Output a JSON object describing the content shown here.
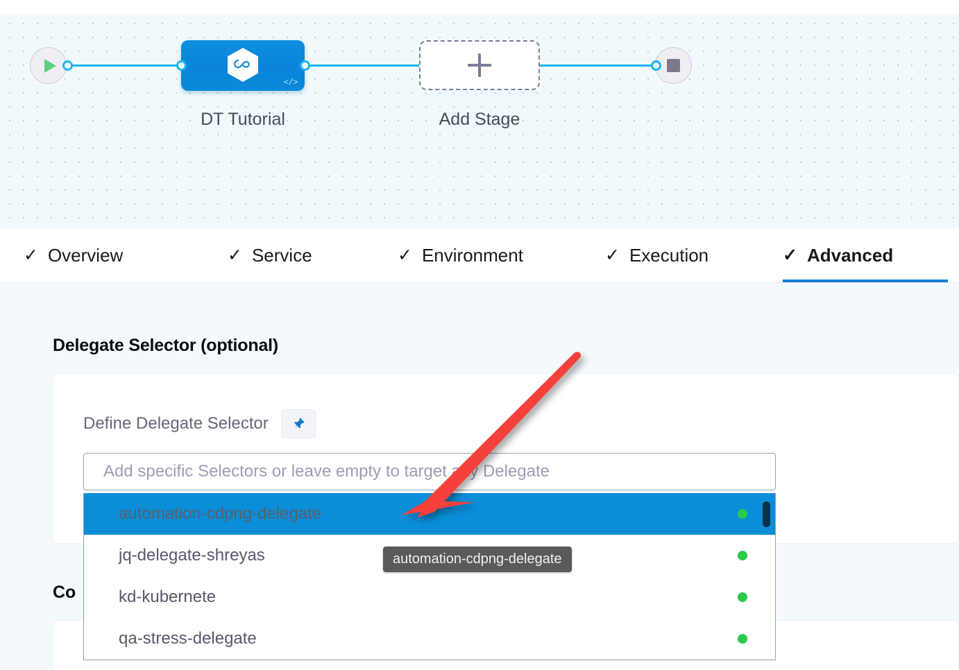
{
  "pipeline": {
    "start_node": {
      "icon": "play-icon"
    },
    "end_node": {
      "icon": "stop-icon"
    },
    "stage": {
      "label": "DT Tutorial",
      "icon": "harness-hexagon-icon",
      "badge_icon": "code-yaml-icon",
      "badge_text": "</>"
    },
    "add_stage": {
      "label": "Add Stage",
      "icon": "plus-icon"
    }
  },
  "tabs": [
    {
      "label": "Overview",
      "check": "✓",
      "active": false
    },
    {
      "label": "Service",
      "check": "✓",
      "active": false
    },
    {
      "label": "Environment",
      "check": "✓",
      "active": false
    },
    {
      "label": "Execution",
      "check": "✓",
      "active": false
    },
    {
      "label": "Advanced",
      "check": "✓",
      "active": true
    }
  ],
  "advanced": {
    "delegate_selector": {
      "section_title": "Delegate Selector (optional)",
      "field_label": "Define Delegate Selector",
      "pin_icon": "pin-icon",
      "input": {
        "value": "",
        "placeholder": "Add specific Selectors or leave empty to target any Delegate"
      },
      "options": [
        {
          "label": "automation-cdpng-delegate",
          "status": "connected",
          "selected": true
        },
        {
          "label": "jq-delegate-shreyas",
          "status": "connected",
          "selected": false
        },
        {
          "label": "kd-kubernete",
          "status": "connected",
          "selected": false
        },
        {
          "label": "qa-stress-delegate",
          "status": "connected",
          "selected": false
        }
      ],
      "tooltip": "automation-cdpng-delegate"
    },
    "next_section_title": "Co"
  },
  "annotation": {
    "arrow_color": "#f5413a",
    "points_to": "automation-cdpng-delegate"
  },
  "colors": {
    "accent_blue": "#0a8ed8",
    "edge_blue": "#1eb4f0",
    "status_green": "#2dc94a",
    "canvas_bg": "#f0fafd",
    "body_bg": "#f4f9fc",
    "arrow_red": "#f5413a"
  }
}
